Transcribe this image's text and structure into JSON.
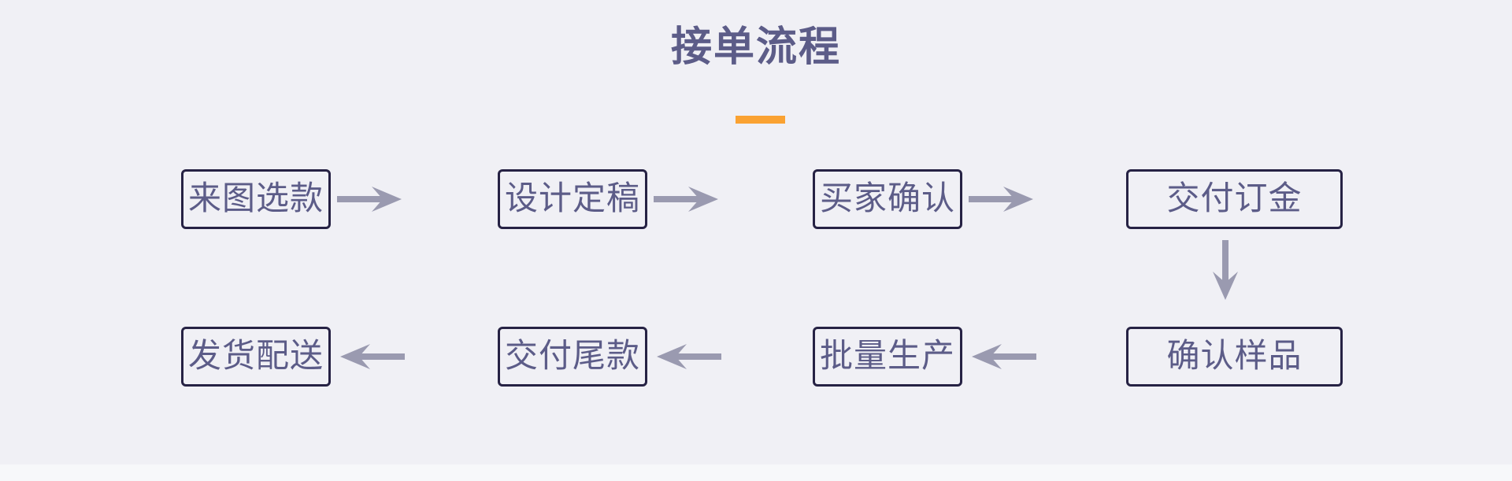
{
  "page": {
    "title": "接单流程",
    "background_color": "#f0f0f5",
    "accent_color": "#faa232",
    "title_color": "#5c5c88",
    "box_border_color": "#262244",
    "box_text_color": "#5c5c88",
    "arrow_color": "#9a9ab0"
  },
  "flow": {
    "row1": [
      {
        "id": "step-1",
        "label": "来图选款"
      },
      {
        "id": "step-2",
        "label": "设计定稿"
      },
      {
        "id": "step-3",
        "label": "买家确认"
      },
      {
        "id": "step-4",
        "label": "交付订金"
      }
    ],
    "row2": [
      {
        "id": "step-8",
        "label": "发货配送"
      },
      {
        "id": "step-7",
        "label": "交付尾款"
      },
      {
        "id": "step-6",
        "label": "批量生产"
      },
      {
        "id": "step-5",
        "label": "确认样品"
      }
    ],
    "connectors": [
      {
        "id": "arrow-1",
        "direction": "right",
        "from": "来图选款",
        "to": "设计定稿"
      },
      {
        "id": "arrow-2",
        "direction": "right",
        "from": "设计定稿",
        "to": "买家确认"
      },
      {
        "id": "arrow-3",
        "direction": "right",
        "from": "买家确认",
        "to": "交付订金"
      },
      {
        "id": "arrow-4",
        "direction": "down",
        "from": "交付订金",
        "to": "确认样品"
      },
      {
        "id": "arrow-5",
        "direction": "left",
        "from": "确认样品",
        "to": "批量生产"
      },
      {
        "id": "arrow-6",
        "direction": "left",
        "from": "批量生产",
        "to": "交付尾款"
      },
      {
        "id": "arrow-7",
        "direction": "left",
        "from": "交付尾款",
        "to": "发货配送"
      }
    ]
  }
}
